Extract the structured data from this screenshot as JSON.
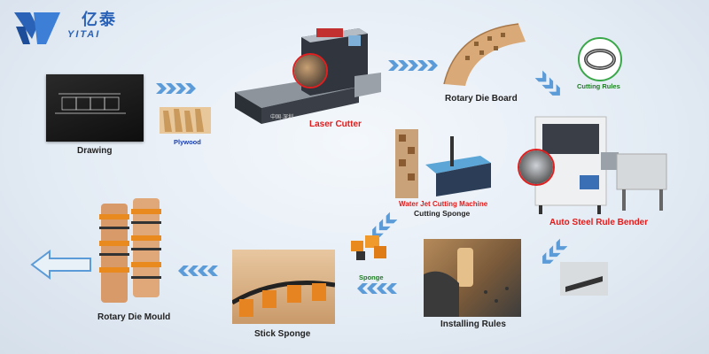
{
  "logo": {
    "cn": "亿泰",
    "en": "YITAI"
  },
  "steps": {
    "drawing": "Drawing",
    "plywood": "Plywood",
    "laser_cutter": "Laser Cutter",
    "rotary_die_board": "Rotary Die Board",
    "cutting_rules": "Cutting Rules",
    "auto_steel_rule_bender": "Auto Steel Rule Bender",
    "water_jet": "Water Jet Cutting Machine",
    "cutting_sponge": "Cutting Sponge",
    "sponge": "Sponge",
    "installing_rules": "Installing Rules",
    "stick_sponge": "Stick Sponge",
    "rotary_die_mould": "Rotary Die Mould"
  },
  "machine_text": {
    "laser_panel": "中国·深圳"
  }
}
